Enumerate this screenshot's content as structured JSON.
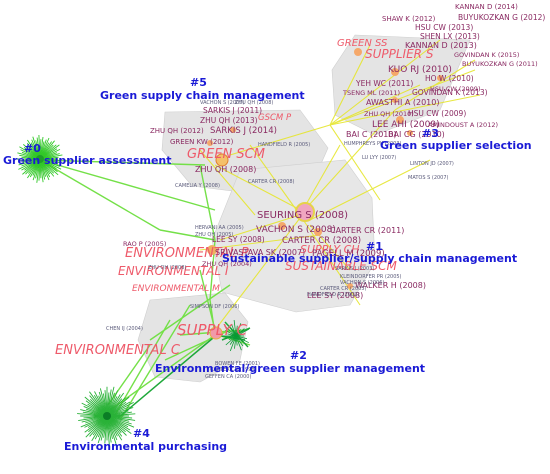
{
  "clusters": {
    "c0": {
      "id": "#0",
      "label": "Green supplier assessment"
    },
    "c1": {
      "id": "#1",
      "label": "Sustainable supplier/supply chain management"
    },
    "c2": {
      "id": "#2",
      "label": "Environmental/green supplier management"
    },
    "c3": {
      "id": "#3",
      "label": "Green supplier selection"
    },
    "c4": {
      "id": "#4",
      "label": "Environmental purchasing"
    },
    "c5": {
      "id": "#5",
      "label": "Green supply chain management"
    }
  },
  "keywords": {
    "green_ss": "GREEN SS",
    "supplier_s": "SUPPLIER S",
    "gscm_p": "GSCM P",
    "green_scm": "GREEN SCM",
    "supply_ch": "SUPPLY CH",
    "sustainable_scm": "SUSTAINABLE SCM",
    "environmental_p": "ENVIRONMENTAL P",
    "environmental_i": "ENVIRONMENTAL I",
    "environmental_m": "ENVIRONMENTAL M",
    "supply_c": "SUPPLY C",
    "environmental_c": "ENVIRONMENTAL C"
  },
  "refs": {
    "r3": [
      "KANNAN D (2014)",
      "SHAW K (2012)",
      "BUYUKOZKAN G (2012)",
      "HSU CW (2013)",
      "SHEN LX (2013)",
      "KANNAN D (2013)",
      "GOVINDAN K (2015)",
      "BUYUKOZKAN G (2011)",
      "KUO RJ (2010)",
      "HO W (2010)",
      "YEH WC (2011)",
      "HSU CW (2009)",
      "TSENG ML (2011)",
      "GOVINDAN K (2013)",
      "AWASTHI A (2010)",
      "ZHU QH (2010)",
      "HSU CW (2009)",
      "LEE AHI (2009)",
      "AMINDOUST A (2012)",
      "BAI C (2010)",
      "BAI CG (2010)"
    ],
    "r3s": [
      "HUMPHREYS PK (2003)",
      "LU LYY (2007)",
      "LINTON JD (2007)",
      "MATOS S (2007)"
    ],
    "r5": [
      "VACHON S (2007)",
      "SARKIS J (2011)",
      "ZHU QH (2013)",
      "ZHU QH (2012)",
      "SARKIS J (2014)",
      "GREEN KW (2012)",
      "ZHU QH (2008)"
    ],
    "r5s": [
      "ZHU QH (2008)",
      "HANDFIELD R (2005)",
      "CARTER CR (2008)",
      "CAMELIA Y (2008)"
    ],
    "r1": [
      "SEURING S (2008)",
      "VACHON S (2008)",
      "CARTER CR (2011)",
      "CARTER CR (2008)",
      "PAGELL M (2009)",
      "LEE SY (2008)",
      "SRIVASTAVA SK (2007)",
      "ZHU QH (2004)",
      "RAO P (2005)",
      "WALKER H (2008)",
      "LEE SY (2008)",
      "SARKIS J (2003)"
    ],
    "r1s": [
      "HERVANI AA (2005)",
      "ZHU QH (2005)",
      "ZHU QH (2008)",
      "KLEINDORFER PR (2005)",
      "VACHON S (2006)",
      "CARTER CR (2005)",
      "HANDFIELD R (2002)"
    ],
    "r2": [
      "CHEN IJ (2004)",
      "SIMPSON DF (2006)",
      "BOWEN FE (2001)",
      "CARTER CR (1998)",
      "GEFFEN CA (2000)"
    ]
  }
}
